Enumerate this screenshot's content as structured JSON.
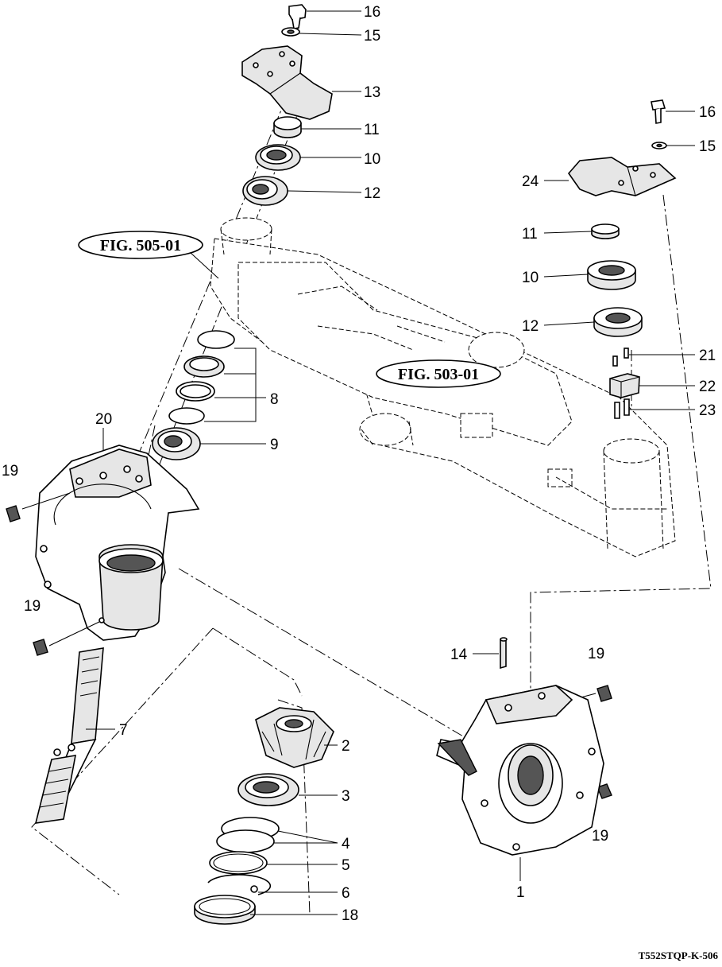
{
  "callouts": {
    "c16a": "16",
    "c15a": "15",
    "c13": "13",
    "c11a": "11",
    "c10a": "10",
    "c12a": "12",
    "c16b": "16",
    "c15b": "15",
    "c24": "24",
    "c11b": "11",
    "c10b": "10",
    "c12b": "12",
    "c21": "21",
    "c22": "22",
    "c23": "23",
    "c8": "8",
    "c9": "9",
    "c20": "20",
    "c19a": "19",
    "c19b": "19",
    "c19c": "19",
    "c19d": "19",
    "c7": "7",
    "c14": "14",
    "c2": "2",
    "c3": "3",
    "c4": "4",
    "c5": "5",
    "c6": "6",
    "c18": "18",
    "c1": "1"
  },
  "fig_refs": {
    "left": "FIG. 505-01",
    "right": "FIG. 503-01"
  },
  "drawing_code": "T552STQP-K-506"
}
